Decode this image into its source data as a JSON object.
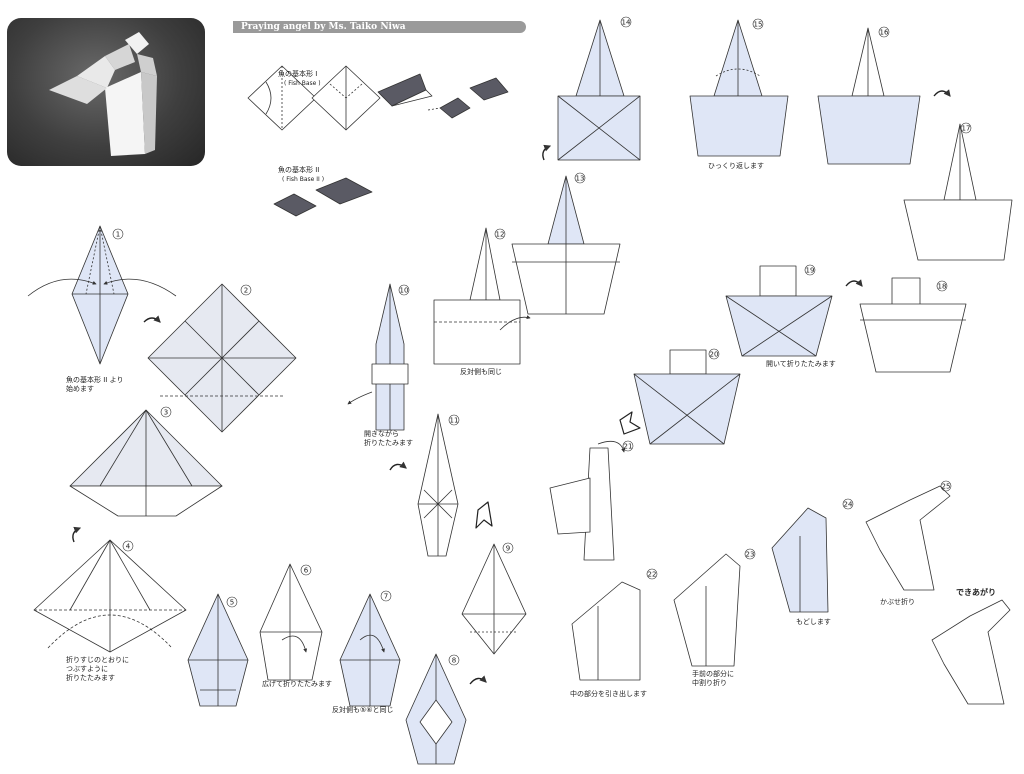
{
  "banner": {
    "title": "Praying angel by Ms. Taiko Niwa"
  },
  "bases": {
    "fish_base_jp": "魚の基本形 I",
    "fish_base_en": "( Fish Base )",
    "fish_base2_jp": "魚の基本形 II",
    "fish_base2_en": "( Fish Base II )"
  },
  "labels": {
    "step1": "魚の基本形 II より\n始めます",
    "step4": "折りすじのとおりに\nつぶすように\n折りたたみます",
    "step6": "広げて折りたたみます",
    "step7": "反対側も⑤⑥と同じ",
    "step10": "開きながら\n折りたたみます",
    "step12": "反対側も同じ",
    "step15": "ひっくり返します",
    "step19": "開いて折りたたみます",
    "step22": "中の部分を引き出します",
    "step23": "手前の部分に\n中割り折り",
    "step24": "もどします",
    "step25": "かぶせ折り",
    "finished": "できあがり"
  },
  "step_numbers": {
    "s1": "1",
    "s2": "2",
    "s3": "3",
    "s4": "4",
    "s5": "5",
    "s6": "6",
    "s7": "7",
    "s8": "8",
    "s9": "9",
    "s10": "10",
    "s11": "11",
    "s12": "12",
    "s13": "13",
    "s14": "14",
    "s15": "15",
    "s16": "16",
    "s17": "17",
    "s18": "18",
    "s19": "19",
    "s20": "20",
    "s21": "21",
    "s22": "22",
    "s23": "23",
    "s24": "24",
    "s25": "25"
  },
  "colors": {
    "paper": "#ffffff",
    "back": "#dfe6f6",
    "shade": "#5a5a64",
    "line": "#333333"
  }
}
